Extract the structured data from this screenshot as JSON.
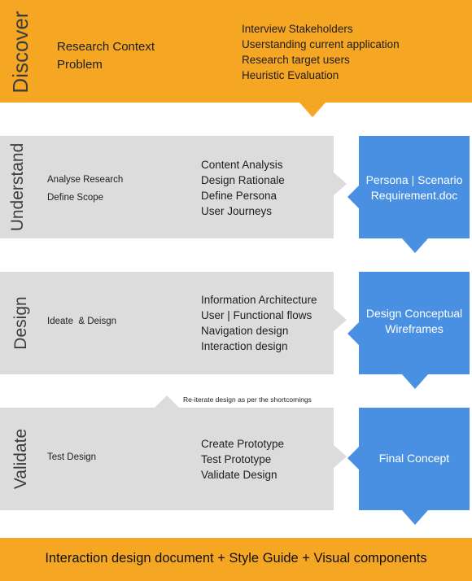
{
  "discover": {
    "title": "Discover",
    "left": [
      "Research Context",
      "Problem"
    ],
    "right": [
      "Interview Stakeholders",
      "Userstanding current application",
      "Research target users",
      "Heuristic Evaluation"
    ]
  },
  "understand": {
    "title": "Understand",
    "left": [
      "Analyse Research",
      "Define Scope"
    ],
    "right": [
      "Content Analysis",
      "Design Rationale",
      "Define Persona",
      "User Journeys"
    ],
    "output": [
      "Persona | Scenario",
      "Requirement.doc"
    ]
  },
  "design": {
    "title": "Design",
    "left": [
      "Ideate  & Deisgn"
    ],
    "right": [
      "Information Architecture",
      "User | Functional flows",
      "Navigation design",
      "Interaction design"
    ],
    "output": [
      "Design Conceptual",
      "Wireframes"
    ]
  },
  "iterate_note": "Re-iterate design as per the shortcomings",
  "validate": {
    "title": "Validate",
    "left": [
      "Test Design"
    ],
    "right": [
      "Create Prototype",
      "Test Prototype",
      "Validate Design"
    ],
    "output": [
      "Final Concept"
    ]
  },
  "footer": "Interaction design document + Style Guide + Visual components",
  "colors": {
    "orange": "#f5a623",
    "grey": "#dcdcdc",
    "blue": "#4a90e2"
  }
}
